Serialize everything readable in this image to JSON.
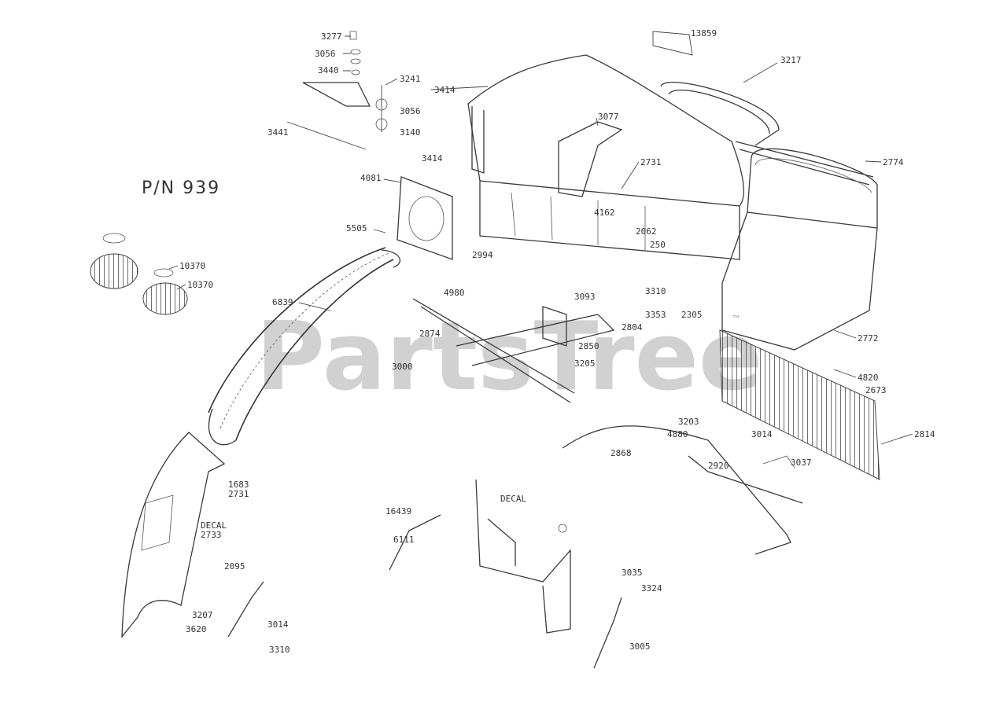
{
  "diagram": {
    "part_number_label": "P/N 939",
    "watermark": "PartsTree",
    "watermark_mark": "™",
    "callouts": [
      "3277",
      "3056",
      "3440",
      "3241",
      "3414",
      "3056",
      "3140",
      "3441",
      "3414",
      "13859",
      "3217",
      "3077",
      "2731",
      "2774",
      "4081",
      "5505",
      "10370",
      "10370",
      "6839",
      "4980",
      "3093",
      "2874",
      "2850",
      "2804",
      "3205",
      "3000",
      "2994",
      "4162",
      "2062",
      "250",
      "3310",
      "3353",
      "2305",
      "2772",
      "4820",
      "2673",
      "2814",
      "3203",
      "4880",
      "3014",
      "3037",
      "1683",
      "2731",
      "DECAL",
      "2733",
      "DECAL",
      "16439",
      "2095",
      "3207",
      "3620",
      "3014",
      "3310",
      "3035",
      "3324",
      "3005",
      "6111",
      "2868",
      "2920"
    ]
  }
}
